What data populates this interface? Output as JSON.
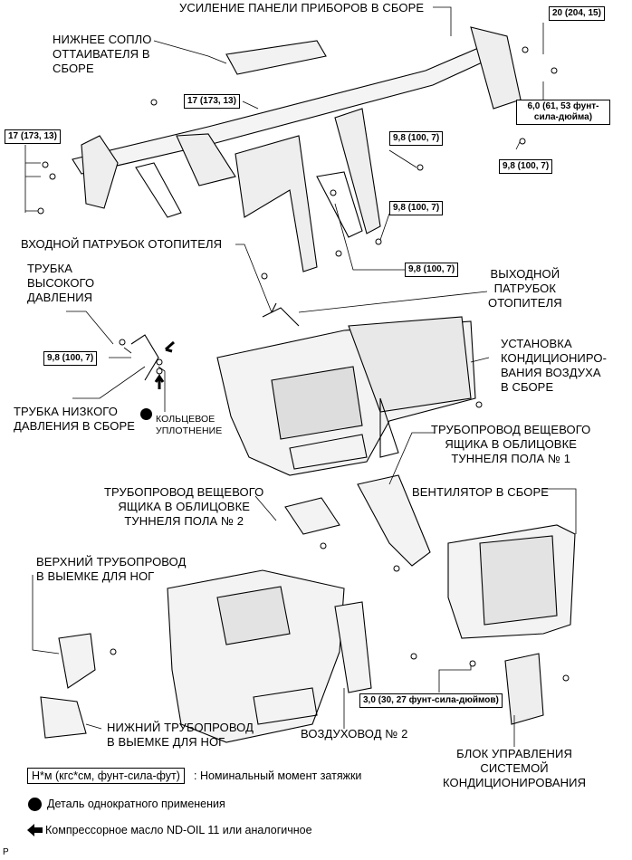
{
  "labels": {
    "dashboard_reinforcement": "УСИЛЕНИЕ ПАНЕЛИ ПРИБОРОВ В СБОРЕ",
    "defroster_nozzle": "НИЖНЕЕ СОПЛО\nОТТАИВАТЕЛЯ В\nСБОРЕ",
    "heater_inlet": "ВХОДНОЙ ПАТРУБОК ОТОПИТЕЛЯ",
    "heater_outlet": "ВЫХОДНОЙ\nПАТРУБОК\nОТОПИТЕЛЯ",
    "high_pressure_tube": "ТРУБКА\nВЫСОКОГО\nДАВЛЕНИЯ",
    "low_pressure_tube": "ТРУБКА НИЗКОГО\nДАВЛЕНИЯ В СБОРЕ",
    "o_ring": "КОЛЬЦЕВОЕ\nУПЛОТНЕНИЕ",
    "ac_unit": "УСТАНОВКА\nКОНДИЦИОНИРО-\nВАНИЯ ВОЗДУХА\nВ СБОРЕ",
    "console_duct_1": "ТРУБОПРОВОД ВЕЩЕВОГО\nЯЩИКА В ОБЛИЦОВКЕ\nТУННЕЛЯ ПОЛА № 1",
    "console_duct_2": "ТРУБОПРОВОД ВЕЩЕВОГО\nЯЩИКА В ОБЛИЦОВКЕ\nТУННЕЛЯ ПОЛА № 2",
    "blower": "ВЕНТИЛЯТОР В СБОРЕ",
    "upper_foot_duct": "ВЕРХНИЙ ТРУБОПРОВОД\nВ ВЫЕМКЕ ДЛЯ НОГ",
    "lower_foot_duct": "НИЖНИЙ ТРУБОПРОВОД\nВ ВЫЕМКЕ ДЛЯ НОГ",
    "air_duct_2": "ВОЗДУХОВОД № 2",
    "ac_control": "БЛОК УПРАВЛЕНИЯ\nСИСТЕМОЙ\nКОНДИЦИОНИРОВАНИЯ"
  },
  "torques": {
    "t20": "20 (204, 15)",
    "t6": "6,0 (61, 53 фунт-\nсила-дюйма)",
    "t17_top": "17 (173, 13)",
    "t17_left": "17 (173, 13)",
    "t98_a": "9,8 (100, 7)",
    "t98_b": "9,8 (100, 7)",
    "t98_c": "9,8 (100, 7)",
    "t98_d": "9,8 (100, 7)",
    "t98_left": "9,8 (100, 7)",
    "t3": "3,0 (30, 27 фунт-сила-дюймов)"
  },
  "legend": {
    "torque_box": "Н*м (кгс*см, фунт-сила-фут)",
    "torque_text": ": Номинальный момент затяжки",
    "single_use": "Деталь однократного применения",
    "oil": "Компрессорное масло ND-OIL 11 или аналогичное"
  },
  "page_code": "P"
}
